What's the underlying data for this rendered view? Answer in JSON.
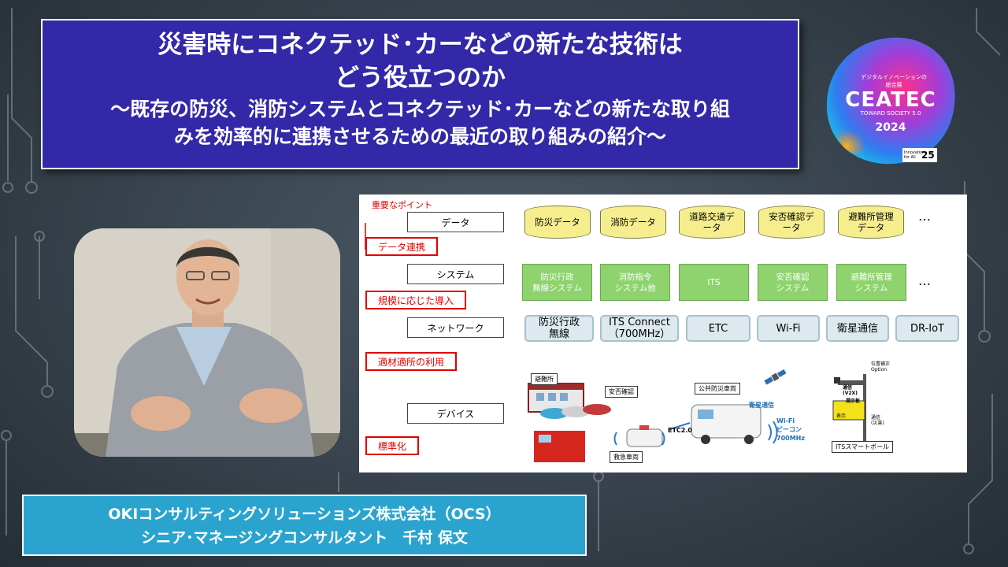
{
  "title": {
    "line1": "災害時にコネクテッド･カーなどの新たな技術は",
    "line2": "どう役立つのか",
    "sub1": "～既存の防災、消防システムとコネクテッド･カーなどの新たな取り組",
    "sub2": "みを効率的に連携させるための最近の取り組みの紹介～"
  },
  "logo": {
    "small": "デジタルイノベーションの総合展",
    "word": "CEATEC",
    "tag": "TOWARD SOCIETY 5.0",
    "year": "2024",
    "badge_text": "Innovation for All",
    "badge_num": "25"
  },
  "diagram": {
    "point_title": "重要なポイント",
    "layers": [
      "データ",
      "システム",
      "ネットワーク",
      "デバイス"
    ],
    "callouts": [
      "データ連携",
      "規模に応じた導入",
      "適材適所の利用",
      "標準化"
    ],
    "data_items": [
      "防災データ",
      "消防データ",
      "道路交通デ\nータ",
      "安否確認デ\nータ",
      "避難所管理\nデータ"
    ],
    "system_items": [
      "防災行政\n無線システム",
      "消防指令\nシステム他",
      "ITS",
      "安否確認\nシステム",
      "避難所管理\nシステム"
    ],
    "network_items": [
      "防災行政\n無線",
      "ITS Connect\n（700MHz）",
      "ETC",
      "Wi-Fi",
      "衛星通信",
      "DR-IoT"
    ],
    "ellipsis": "…",
    "device_labels": {
      "shelter": "避難所",
      "safety": "安否確認",
      "ambulance": "救急車両",
      "etc": "ETC2.0",
      "vehicle": "公共防災車両",
      "satellite": "衛星通信",
      "wifi": "Wi-Fi\nビーコン\n700MHz",
      "pole": "ITSスマートポール",
      "pole_pos": "位置補正\nOption",
      "pole_comm": "通信\n(V2X)",
      "pole_sign": "掲示板",
      "pole_disp": "表示",
      "pole_comm2": "通信\n(災害)"
    }
  },
  "name": {
    "company": "OKIコンサルティングソリューションズ株式会社（OCS）",
    "person": "シニア･マネージングコンサルタント　千村 保文"
  },
  "colors": {
    "title_bg": "#3328a8",
    "name_bg": "#2aa4cf",
    "data_yellow": "#f6ee8e",
    "system_green": "#8ed36d",
    "network_blue": "#dde9ee",
    "callout_red": "#e00000"
  }
}
